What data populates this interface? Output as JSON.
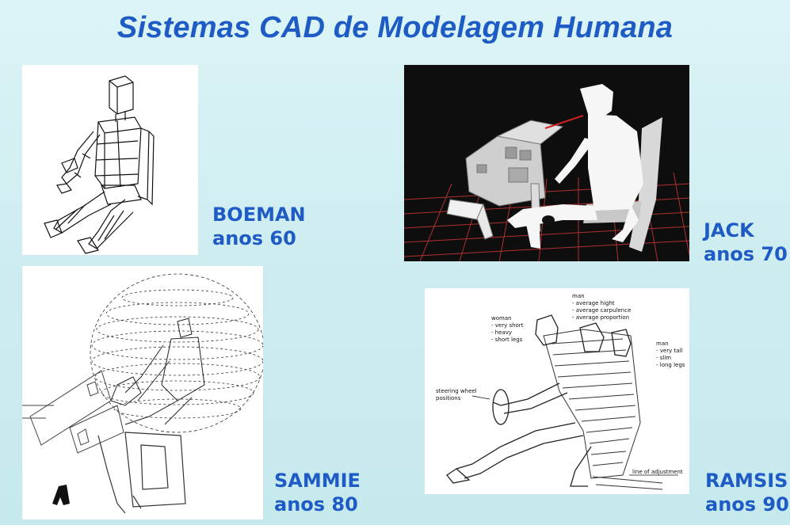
{
  "slide": {
    "title": "Sistemas CAD de Modelagem Humana",
    "accent_color": "#1f5bc4"
  },
  "models": [
    {
      "name": "BOEMAN",
      "era": "anos 60",
      "image": "boeman-wireframe-seated-figure"
    },
    {
      "name": "JACK",
      "era": "anos 70",
      "image": "jack-3d-figure-at-console"
    },
    {
      "name": "SAMMIE",
      "era": "anos 80",
      "image": "sammie-reach-envelope-sphere"
    },
    {
      "name": "RAMSIS",
      "era": "anos 90",
      "image": "ramsis-seated-driver-variants"
    }
  ],
  "ramsis_annotations": {
    "center": [
      "man",
      "- average hight",
      "- average carpulence",
      "- average proportion"
    ],
    "left": [
      "woman",
      "- very short",
      "- heavy",
      "- short legs"
    ],
    "right": [
      "man",
      "- very tall",
      "- slim",
      "- long legs"
    ],
    "steering": [
      "steering wheel",
      "positions"
    ],
    "seat": "line of adjustment"
  }
}
